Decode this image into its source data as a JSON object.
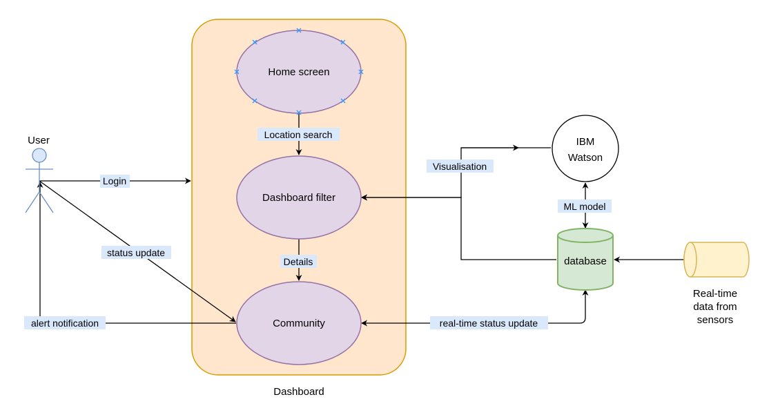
{
  "diagram": {
    "container": {
      "label": "Dashboard",
      "fill": "#ffe6cc",
      "stroke": "#d79b00"
    },
    "actor": {
      "label": "User",
      "fill": "#dae8fc",
      "stroke": "#6c8ebf"
    },
    "use_cases": {
      "home": "Home screen",
      "filter": "Dashboard filter",
      "community": "Community"
    },
    "watson": {
      "line1": "IBM",
      "line2": "Watson"
    },
    "database": {
      "label": "database"
    },
    "sensors": {
      "line1": "Real-time",
      "line2": "data from",
      "line3": "sensors"
    },
    "edges": {
      "location_search": "Location search",
      "details": "Details",
      "login": "Login",
      "status_update": "status update",
      "alert_notification": "alert notification",
      "visualisation": "Visualisation",
      "ml_model": "ML model",
      "realtime_status_update": "real-time status update"
    },
    "colors": {
      "use_case_fill": "#e1d5e7",
      "use_case_stroke": "#9673a6",
      "db_fill": "#d5e8d4",
      "db_stroke": "#82b366",
      "sensor_fill": "#fff2cc",
      "sensor_stroke": "#d6b656",
      "edge_label_bg": "#dae8fc",
      "selection_handle": "#3399ff"
    }
  }
}
